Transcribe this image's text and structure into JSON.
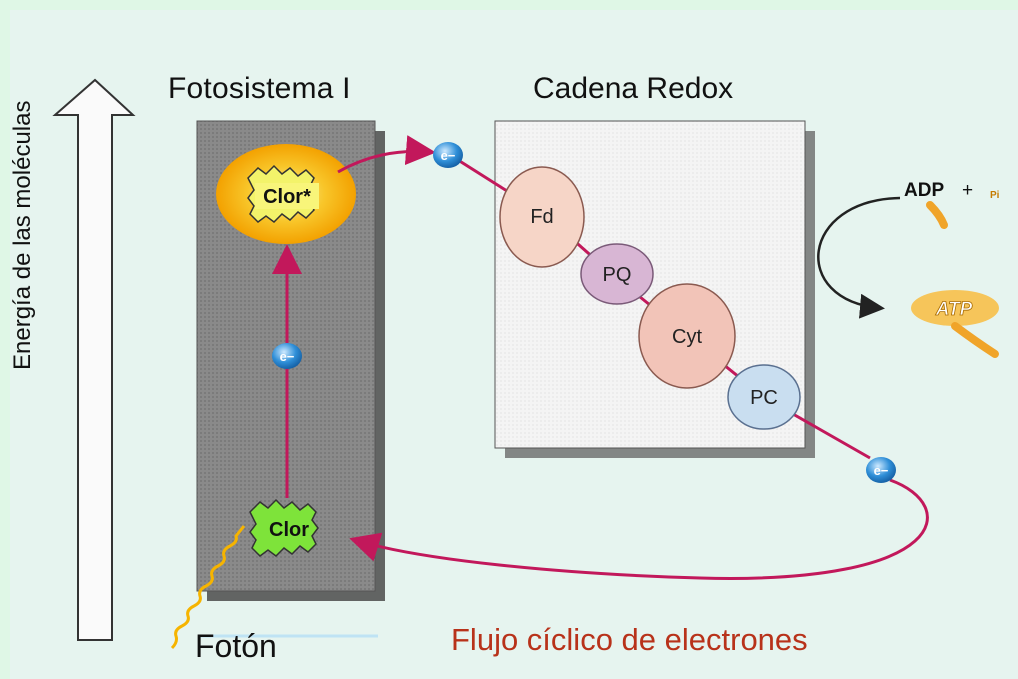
{
  "title": "Flujo cíclico de electrones",
  "sections": {
    "photosystem": "Fotosistema I",
    "redox_chain": "Cadena Redox"
  },
  "axis_label": "Energía de las moléculas",
  "photon_label": "Fotón",
  "chlorophyll": {
    "excited": "Clor*",
    "ground": "Clor"
  },
  "electron_label": "e−",
  "carriers": [
    "Fd",
    "PQ",
    "Cyt",
    "PC"
  ],
  "atp_reaction": {
    "adp": "ADP",
    "plus": "+",
    "pi": "Pi",
    "atp": "ATP"
  },
  "colors": {
    "arrow": "#c2185b",
    "electron": "#1e7fd1",
    "excited_glow": "#f6a800",
    "chlor_ground": "#7ee33a",
    "chlor_excited": "#f3f36a",
    "fd": "#f6d5c7",
    "pq": "#d8b6d4",
    "cyt": "#f2c4b8",
    "pc": "#c9def0",
    "footer": "#b8321a"
  }
}
